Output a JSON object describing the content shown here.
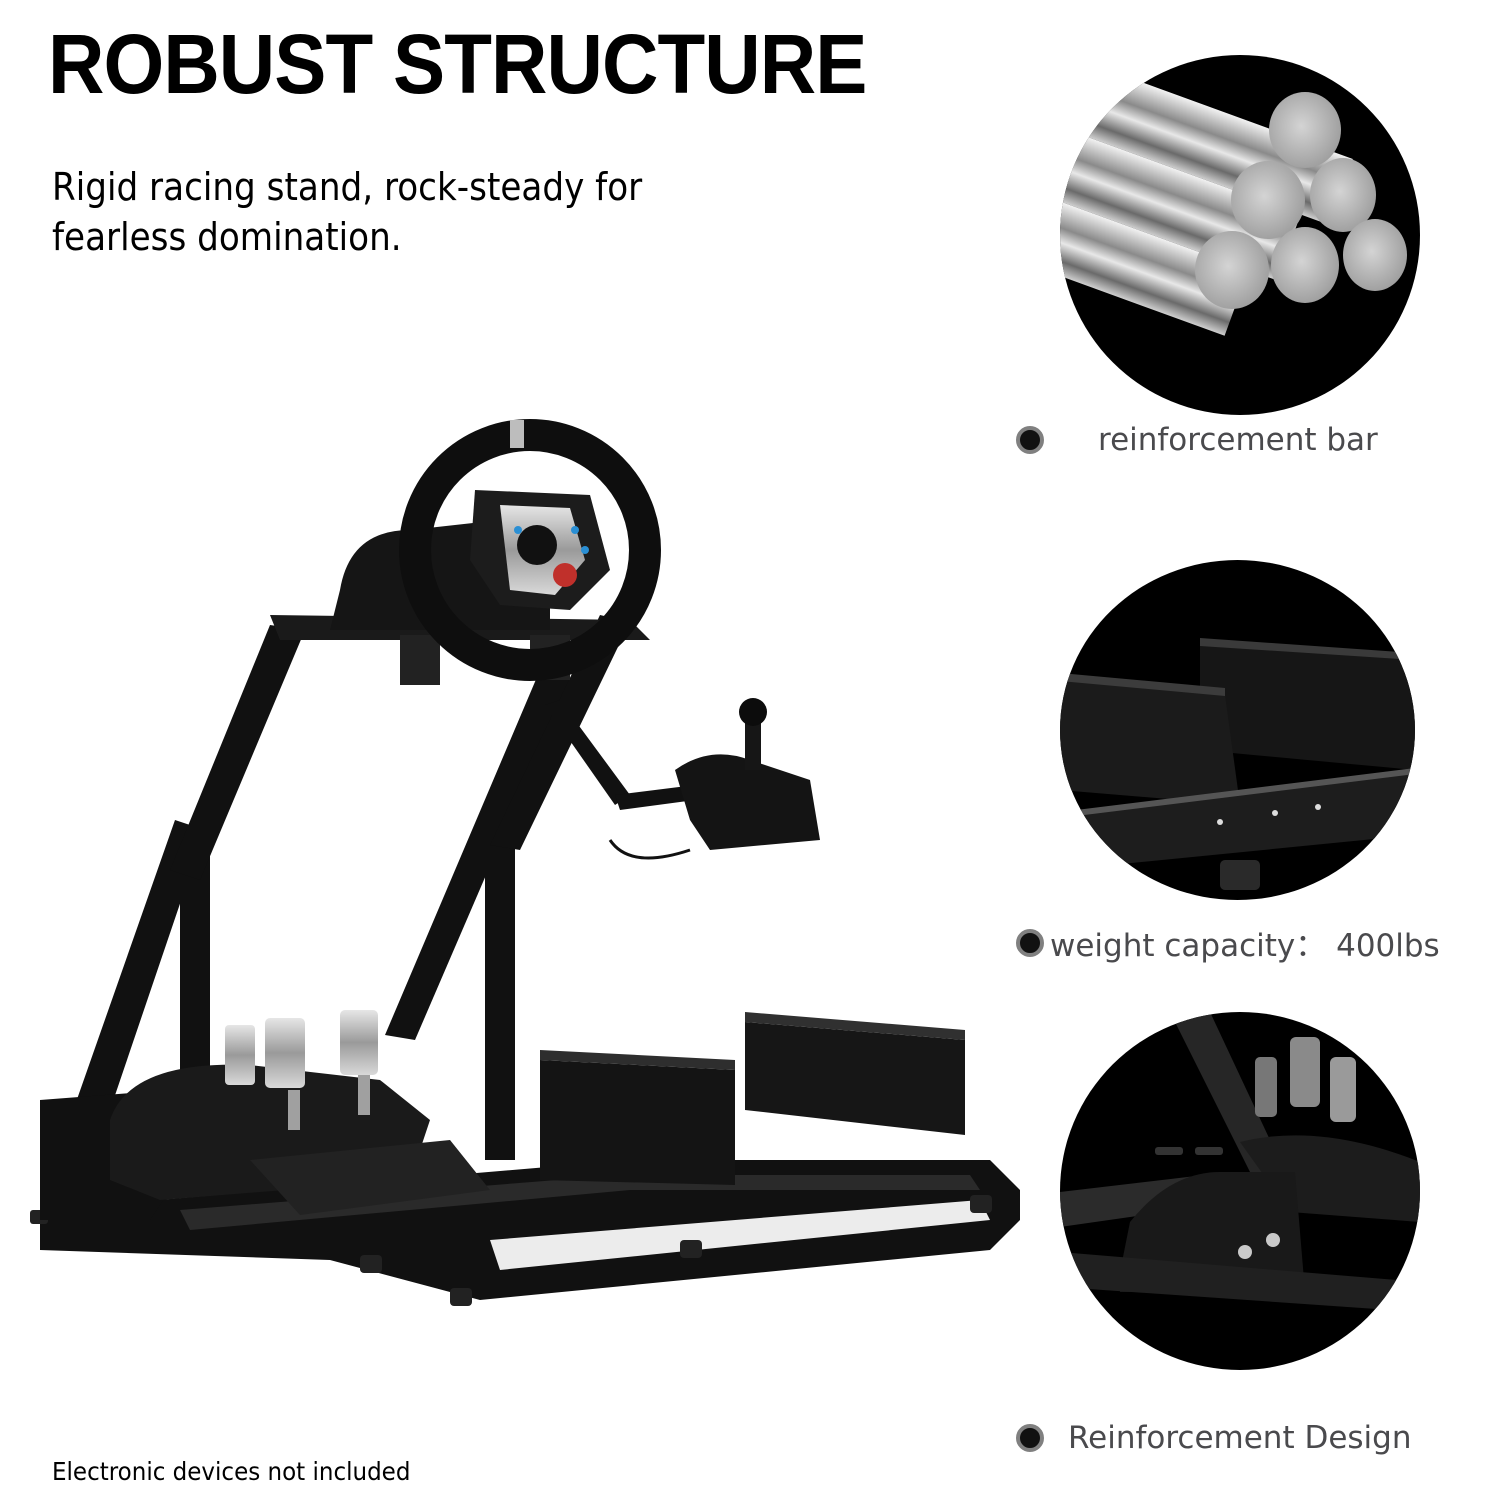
{
  "header": {
    "title": "ROBUST STRUCTURE",
    "subtitle": "Rigid racing stand, rock-steady for fearless domination."
  },
  "product": {
    "subject": "racing-wheel-stand",
    "components": [
      "steering-wheel",
      "wheel-mount-plate",
      "gear-shifter",
      "shifter-mount-arm",
      "pedals",
      "adjustable-frame",
      "seat-brackets",
      "base-frame",
      "rubber-feet"
    ]
  },
  "features": [
    {
      "label": "reinforcement bar",
      "image": "steel-bars"
    },
    {
      "label": "weight capacity：  400lbs",
      "image": "seat-bracket-closeup"
    },
    {
      "label": "Reinforcement Design",
      "image": "pedal-frame-closeup"
    }
  ],
  "footnote": "Electronic devices not included",
  "colors": {
    "background": "#ffffff",
    "headline": "#000000",
    "feature_text": "#4a4a4d",
    "circle_bg": "#000000",
    "bullet_fill": "#111111",
    "bullet_ring": "#808080"
  }
}
